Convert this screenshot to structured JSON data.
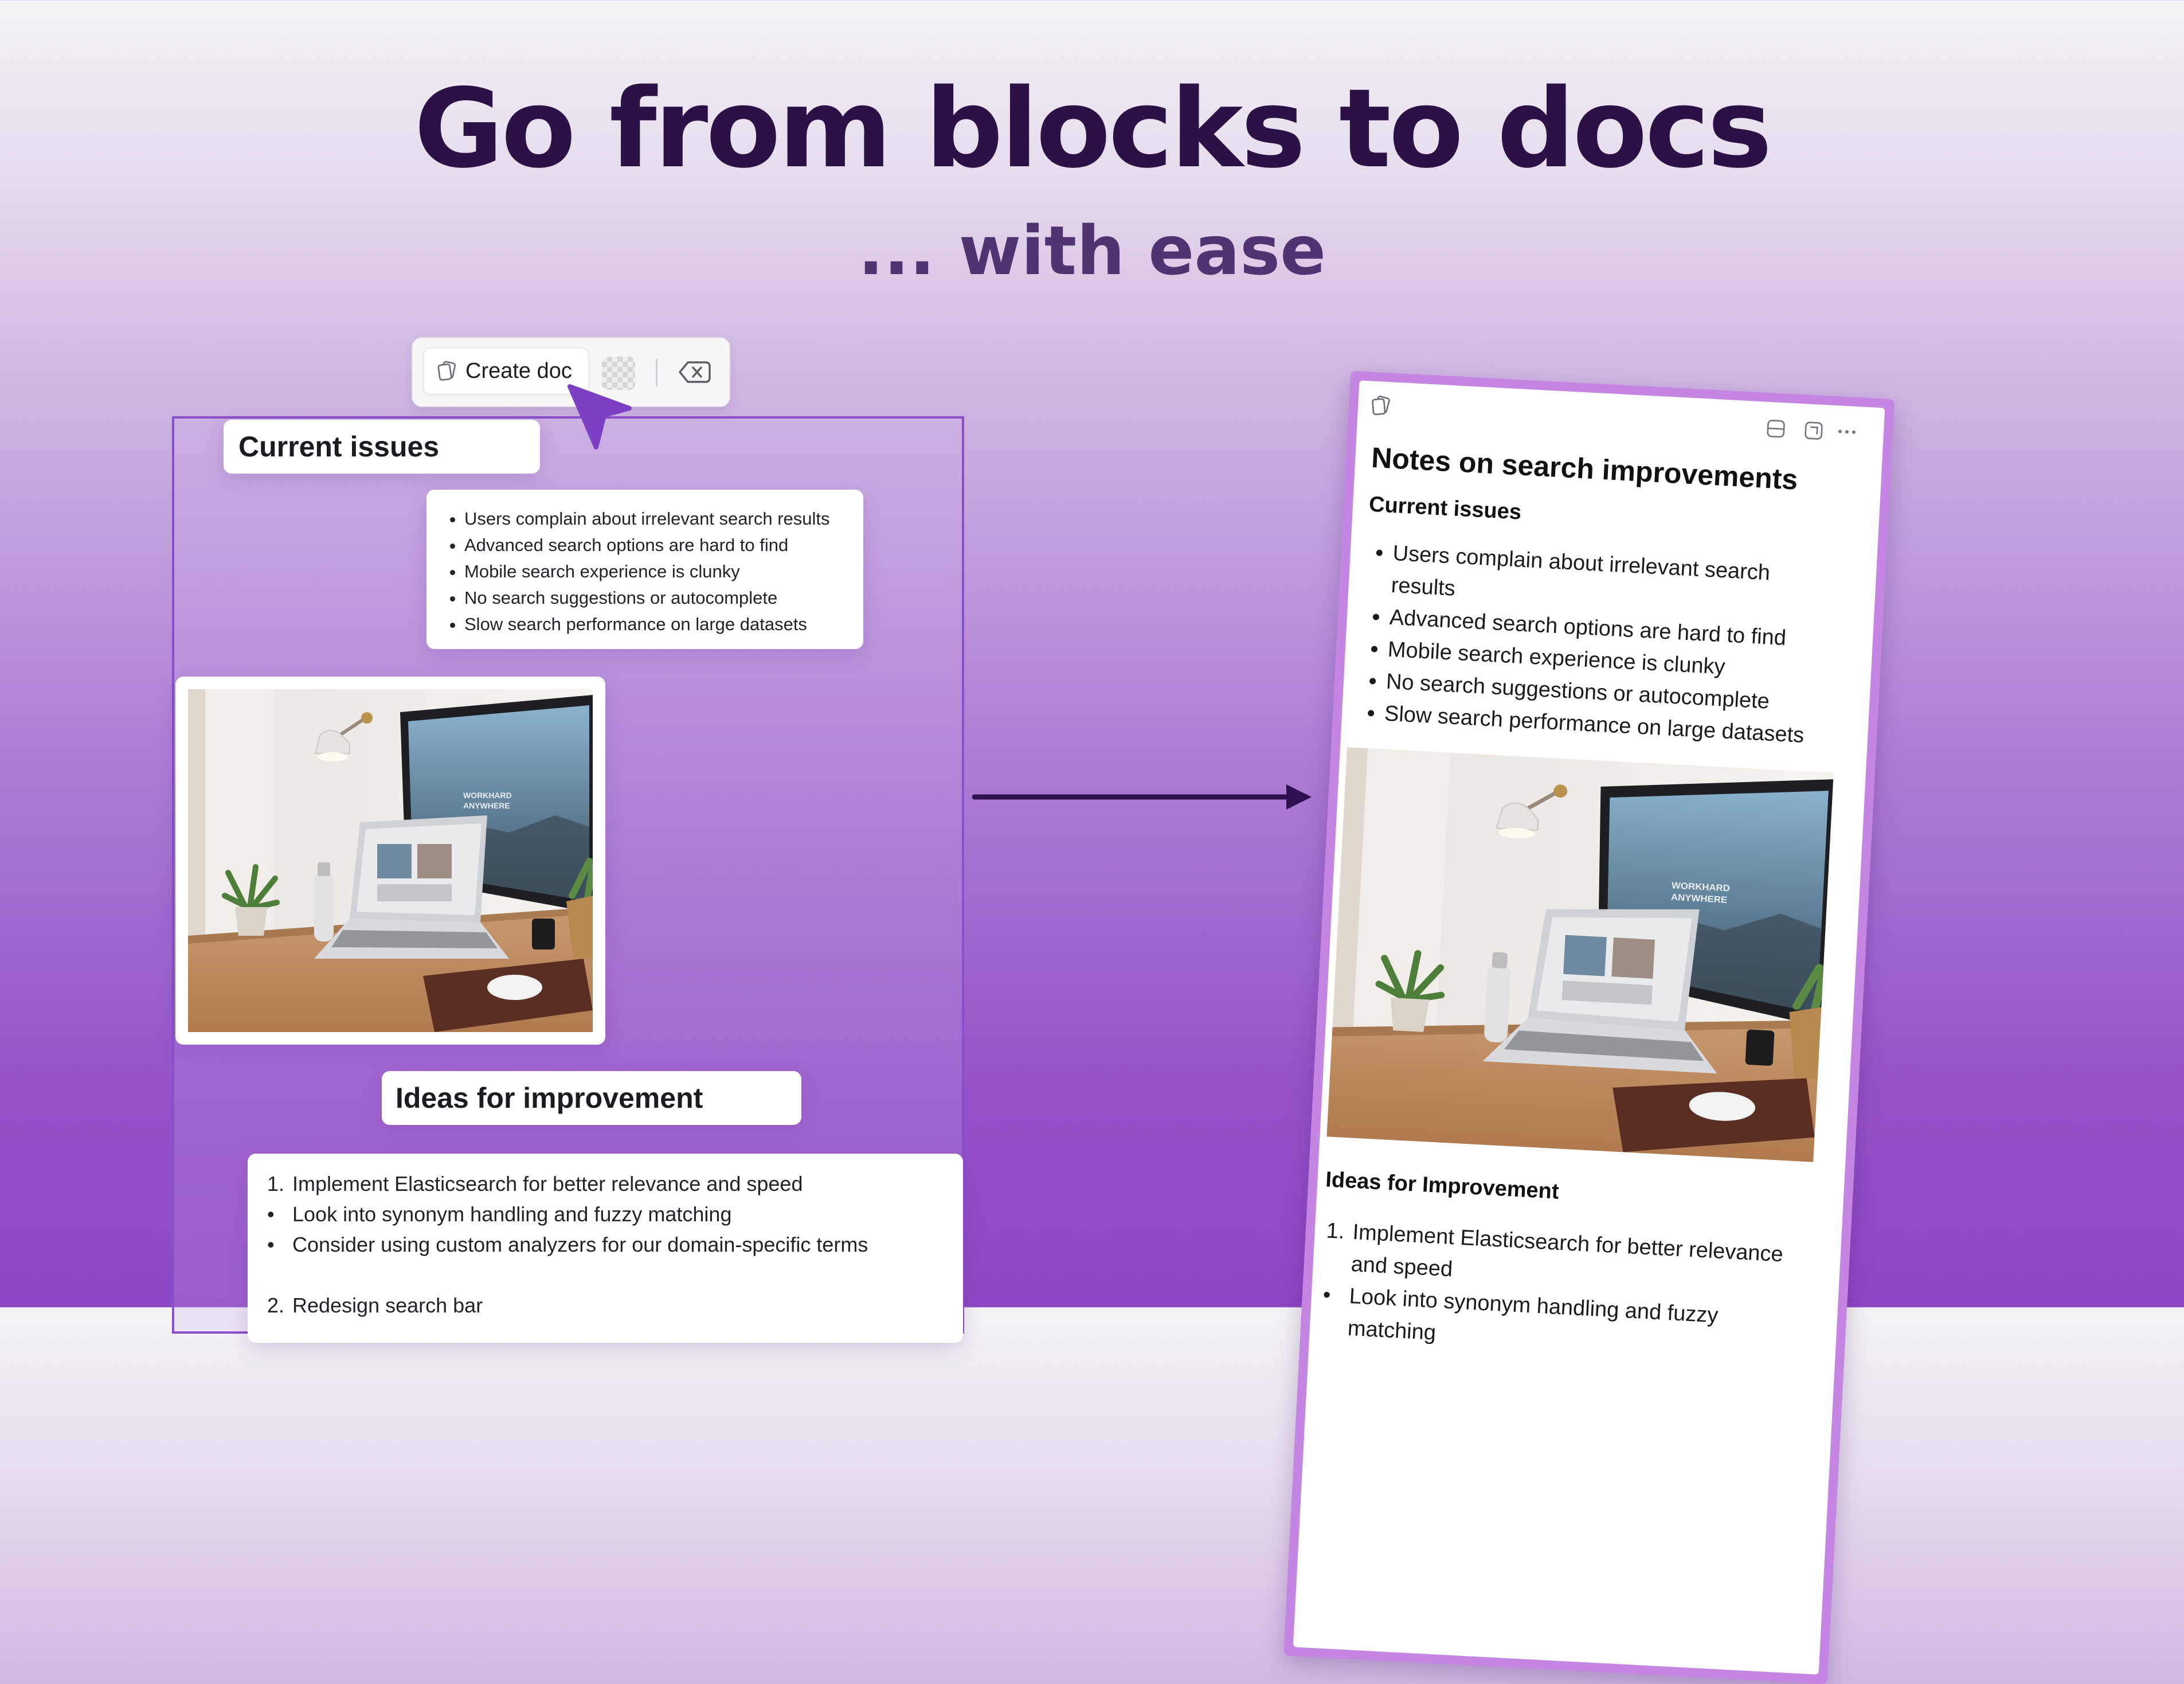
{
  "hero": {
    "title": "Go from blocks to docs",
    "subtitle": "... with ease"
  },
  "toolbar": {
    "create_doc_label": "Create doc"
  },
  "canvas": {
    "current_issues_heading": "Current issues",
    "issues": [
      "Users complain about irrelevant search results",
      "Advanced search options are hard to find",
      "Mobile search experience is clunky",
      "No search suggestions or autocomplete",
      "Slow search performance on large datasets"
    ],
    "ideas_heading": "Ideas for improvement",
    "ideas": [
      {
        "marker": "1.",
        "text": "Implement Elasticsearch for better relevance and speed"
      },
      {
        "marker": "•",
        "text": "Look into synonym handling and fuzzy matching"
      },
      {
        "marker": "•",
        "text": "Consider using custom analyzers for our domain-specific terms"
      },
      {
        "marker": "",
        "text": ""
      },
      {
        "marker": "2.",
        "text": "Redesign search bar"
      }
    ]
  },
  "doc": {
    "title": "Notes on search improvements",
    "section1_heading": "Current issues",
    "issues": [
      "Users complain about irrelevant search results",
      "Advanced search options are hard to find",
      "Mobile search experience is clunky",
      "No search suggestions or autocomplete",
      "Slow search performance on large datasets"
    ],
    "section2_heading": "Ideas for Improvement",
    "ideas": [
      {
        "marker": "1.",
        "text": "Implement Elasticsearch for better relevance and speed"
      },
      {
        "marker": "•",
        "text": "Look into synonym handling and fuzzy matching"
      }
    ]
  },
  "colors": {
    "accent": "#8a4fca",
    "headline": "#2c1147",
    "doc_border": "#c586e3"
  },
  "icons": {
    "toolbar": [
      "doc-icon",
      "checkerboard-icon",
      "backspace-delete-icon"
    ],
    "doc_header": [
      "doc-icon",
      "collapse-icon",
      "expand-icon",
      "more-icon"
    ]
  }
}
